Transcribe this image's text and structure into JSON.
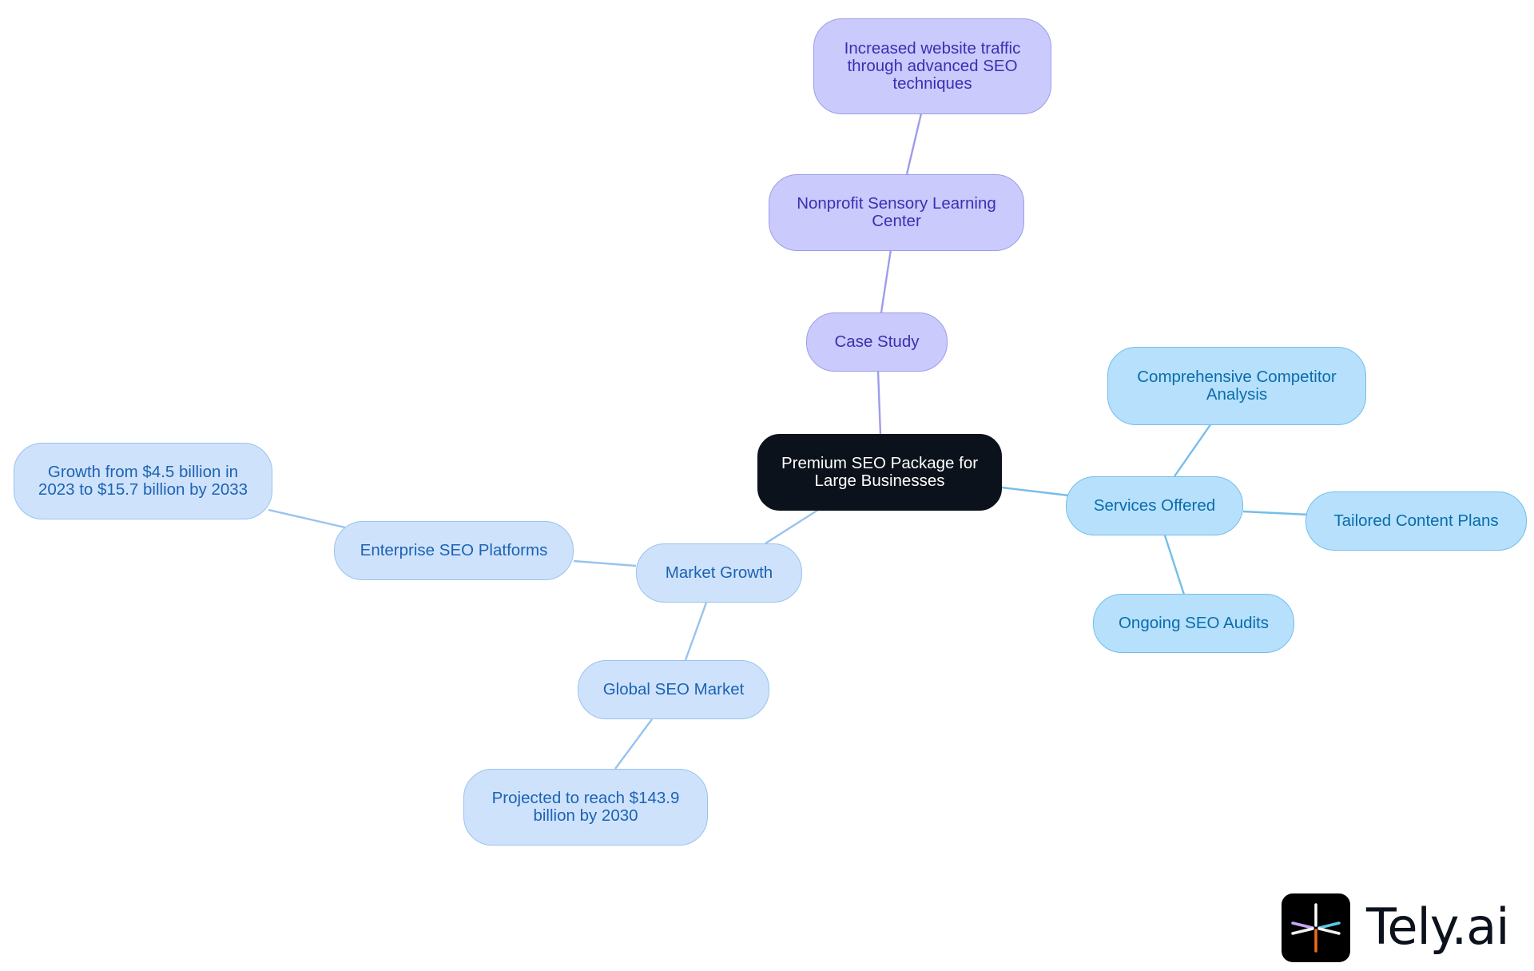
{
  "diagram": {
    "root": {
      "label": "Premium SEO Package for Large Businesses"
    },
    "branches": [
      {
        "label": "Case Study",
        "children": [
          {
            "label": "Nonprofit Sensory Learning Center",
            "children": [
              {
                "label": "Increased website traffic through advanced SEO techniques"
              }
            ]
          }
        ]
      },
      {
        "label": "Services Offered",
        "children": [
          {
            "label": "Comprehensive Competitor Analysis"
          },
          {
            "label": "Tailored Content Plans"
          },
          {
            "label": "Ongoing SEO Audits"
          }
        ]
      },
      {
        "label": "Market Growth",
        "children": [
          {
            "label": "Enterprise SEO Platforms",
            "children": [
              {
                "label": "Growth from $4.5 billion in 2023 to $15.7 billion by 2033"
              }
            ]
          },
          {
            "label": "Global SEO Market",
            "children": [
              {
                "label": "Projected to reach $143.9 billion by 2030"
              }
            ]
          }
        ]
      }
    ]
  },
  "colors": {
    "root_fill": "#0b121b",
    "case_study_fill": "#cacafc",
    "case_study_line": "#9d9de8",
    "market_fill": "#cfe2fb",
    "market_line": "#98c3ee",
    "services_fill": "#b6e0fc",
    "services_line": "#75bde9"
  },
  "branding": {
    "logo_text": "Tely.ai",
    "logo_icon": "tely-spark-icon"
  }
}
